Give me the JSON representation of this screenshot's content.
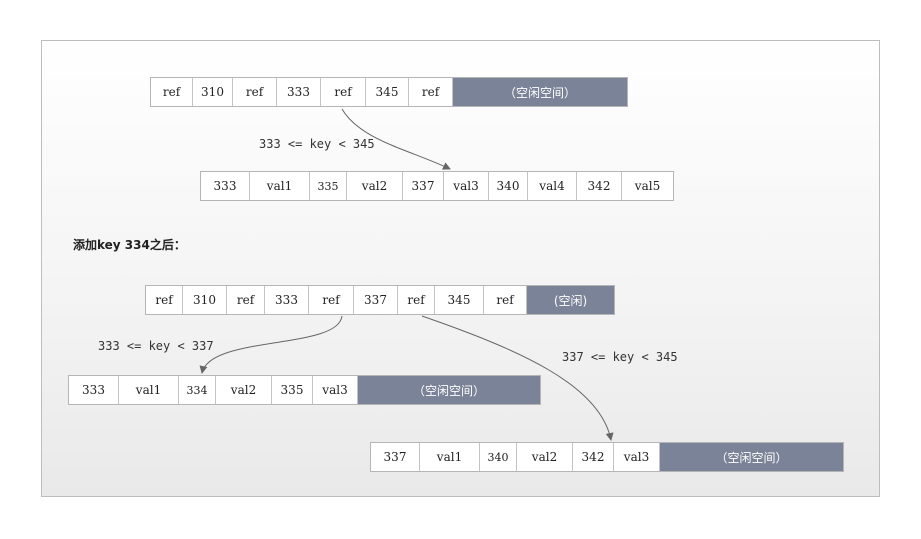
{
  "colors": {
    "free_space": "#7b8398",
    "arrow": "#666666"
  },
  "before": {
    "parent": [
      "ref",
      "310",
      "ref",
      "333",
      "ref",
      "345",
      "ref",
      "（空闲空间）"
    ],
    "condition": "333 <= key < 345",
    "leaf": [
      "333",
      "val1",
      "335",
      "val2",
      "337",
      "val3",
      "340",
      "val4",
      "342",
      "val5"
    ]
  },
  "heading": "添加key 334之后：",
  "after": {
    "parent": [
      "ref",
      "310",
      "ref",
      "333",
      "ref",
      "337",
      "ref",
      "345",
      "ref",
      "(空闲)"
    ],
    "condition_left": "333 <= key < 337",
    "leaf_left": [
      "333",
      "val1",
      "334",
      "val2",
      "335",
      "val3",
      "（空闲空间）"
    ],
    "condition_right": "337 <= key < 345",
    "leaf_right": [
      "337",
      "val1",
      "340",
      "val2",
      "342",
      "val3",
      "（空闲空间）"
    ]
  }
}
